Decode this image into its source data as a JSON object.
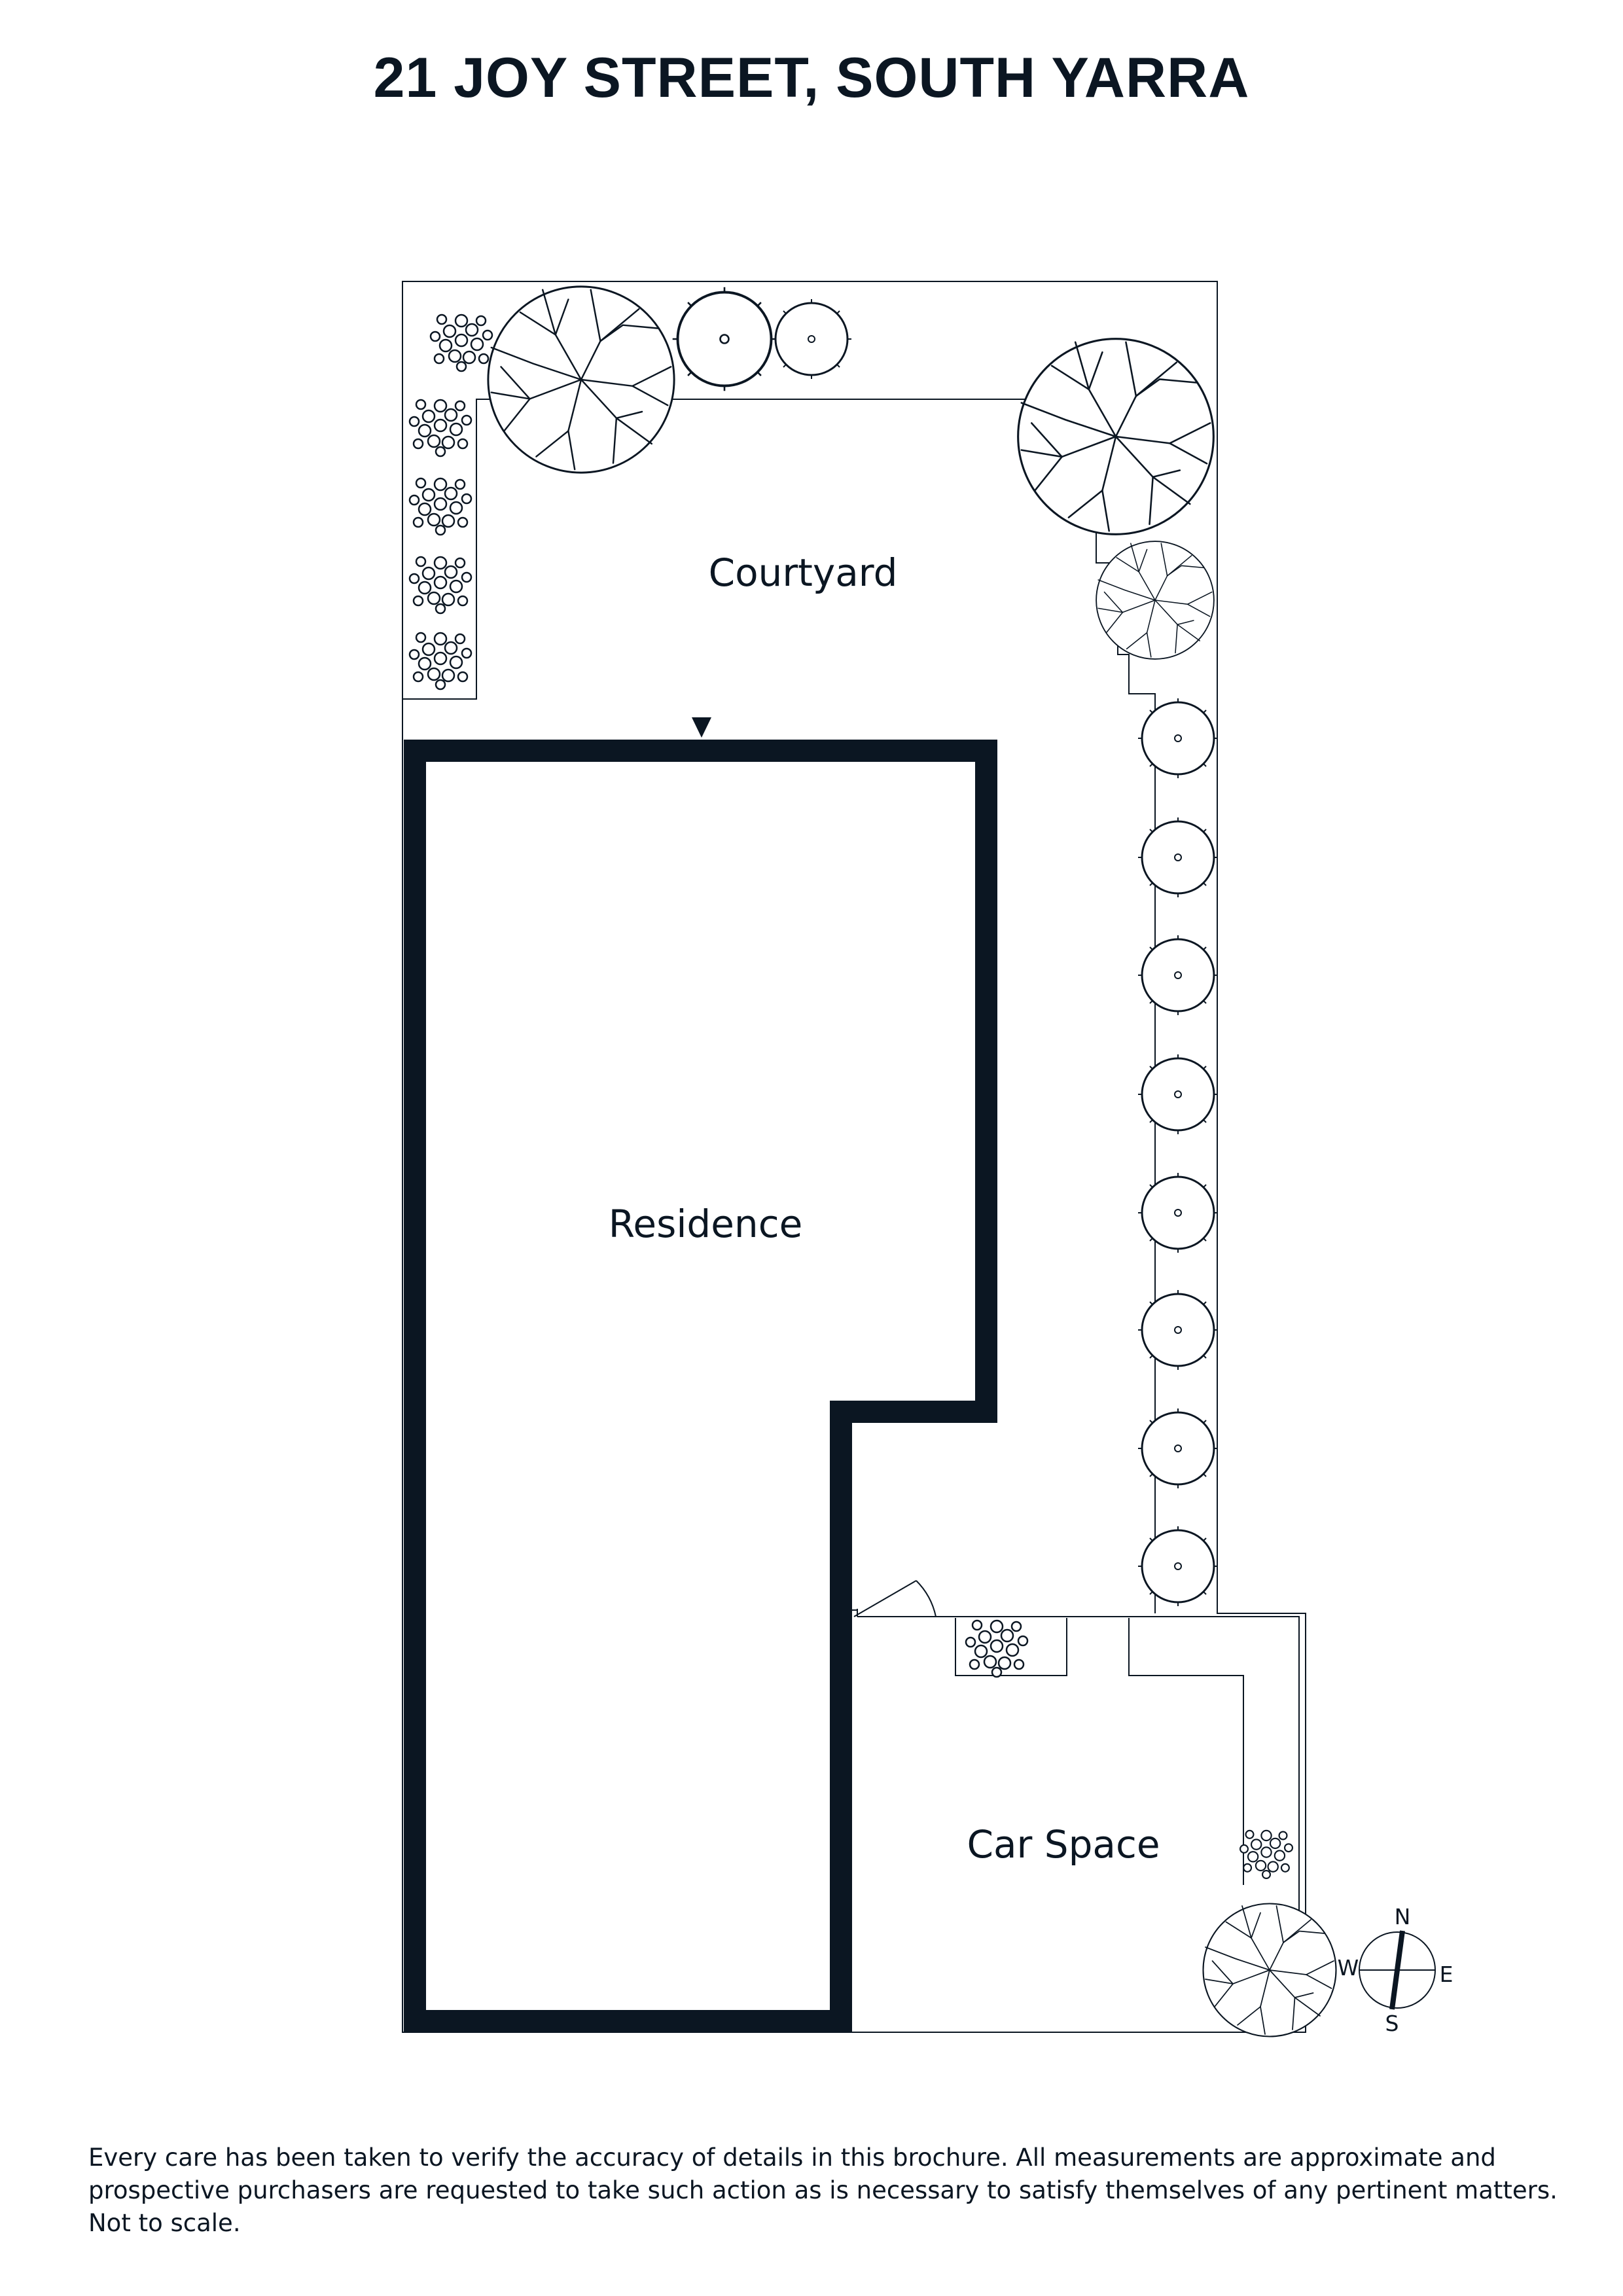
{
  "title": "21 JOY STREET, SOUTH YARRA",
  "rooms": {
    "courtyard": "Courtyard",
    "residence": "Residence",
    "car_space": "Car Space"
  },
  "compass": {
    "n": "N",
    "e": "E",
    "s": "S",
    "w": "W"
  },
  "disclaimer": "Every care has been taken to verify the accuracy of details in this brochure. All measurements are approximate and prospective purchasers are requested to take such action as is necessary to satisfy themselves of any pertinent matters. Not to scale.",
  "colors": {
    "ink": "#0b1622",
    "background": "#ffffff"
  },
  "icons": {
    "tree": "tree-icon",
    "shrub": "shrub-icon",
    "compass": "compass-icon",
    "entry": "entry-arrow-icon"
  }
}
